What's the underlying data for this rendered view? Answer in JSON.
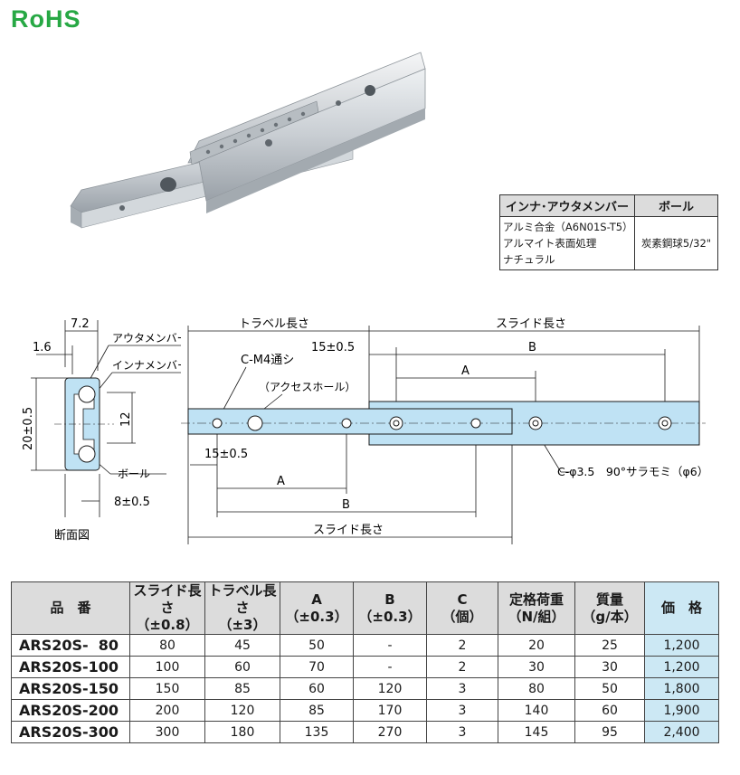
{
  "logo": {
    "text": "RoHS"
  },
  "material_table": {
    "headers": [
      "インナ･アウタメンバー",
      "ボール"
    ],
    "member_lines": [
      "アルミ合金（A6N01S-T5）",
      "アルマイト表面処理",
      "ナチュラル"
    ],
    "ball": "炭素鋼球5/32\""
  },
  "section_drawing": {
    "dim_width": "7.2",
    "dim_lip": "1.6",
    "dim_height": "20±0.5",
    "dim_inner": "12",
    "dim_offset": "8±0.5",
    "label_outer": "アウタメンバー",
    "label_inner": "インナメンバー",
    "label_ball": "ボール",
    "caption": "断面図"
  },
  "plan_drawing": {
    "travel_length": "トラベル長さ",
    "slide_length_top": "スライド長さ",
    "dim_15_top": "15±0.5",
    "dim_B_top": "B",
    "dim_A_top": "A",
    "label_cm4": "C-M4通シ",
    "label_access": "（アクセスホール）",
    "dim_15_bottom": "15±0.5",
    "dim_A_bottom": "A",
    "dim_B_bottom": "B",
    "slide_length_bottom": "スライド長さ",
    "label_countersink": "C-φ3.5　90°サラモミ（φ6）"
  },
  "spec_table": {
    "headers": [
      [
        "品　番"
      ],
      [
        "スライド長さ",
        "（±0.8）"
      ],
      [
        "トラベル長さ",
        "（±3）"
      ],
      [
        "A",
        "（±0.3）"
      ],
      [
        "B",
        "（±0.3）"
      ],
      [
        "C",
        "（個）"
      ],
      [
        "定格荷重",
        "（N/組）"
      ],
      [
        "質量",
        "（g/本）"
      ],
      [
        "価　格"
      ]
    ],
    "rows": [
      [
        "ARS20S-  80",
        "80",
        "45",
        "50",
        "-",
        "2",
        "20",
        "25",
        "1,200"
      ],
      [
        "ARS20S-100",
        "100",
        "60",
        "70",
        "-",
        "2",
        "30",
        "30",
        "1,200"
      ],
      [
        "ARS20S-150",
        "150",
        "85",
        "60",
        "120",
        "3",
        "80",
        "50",
        "1,800"
      ],
      [
        "ARS20S-200",
        "200",
        "120",
        "85",
        "170",
        "3",
        "140",
        "60",
        "1,900"
      ],
      [
        "ARS20S-300",
        "300",
        "180",
        "135",
        "270",
        "3",
        "145",
        "95",
        "2,400"
      ]
    ]
  },
  "colors": {
    "rohs_green": "#27a844",
    "rail_blue": "#bfe2f4",
    "price_blue": "#cce8f4",
    "header_gray": "#dcdcdc"
  }
}
